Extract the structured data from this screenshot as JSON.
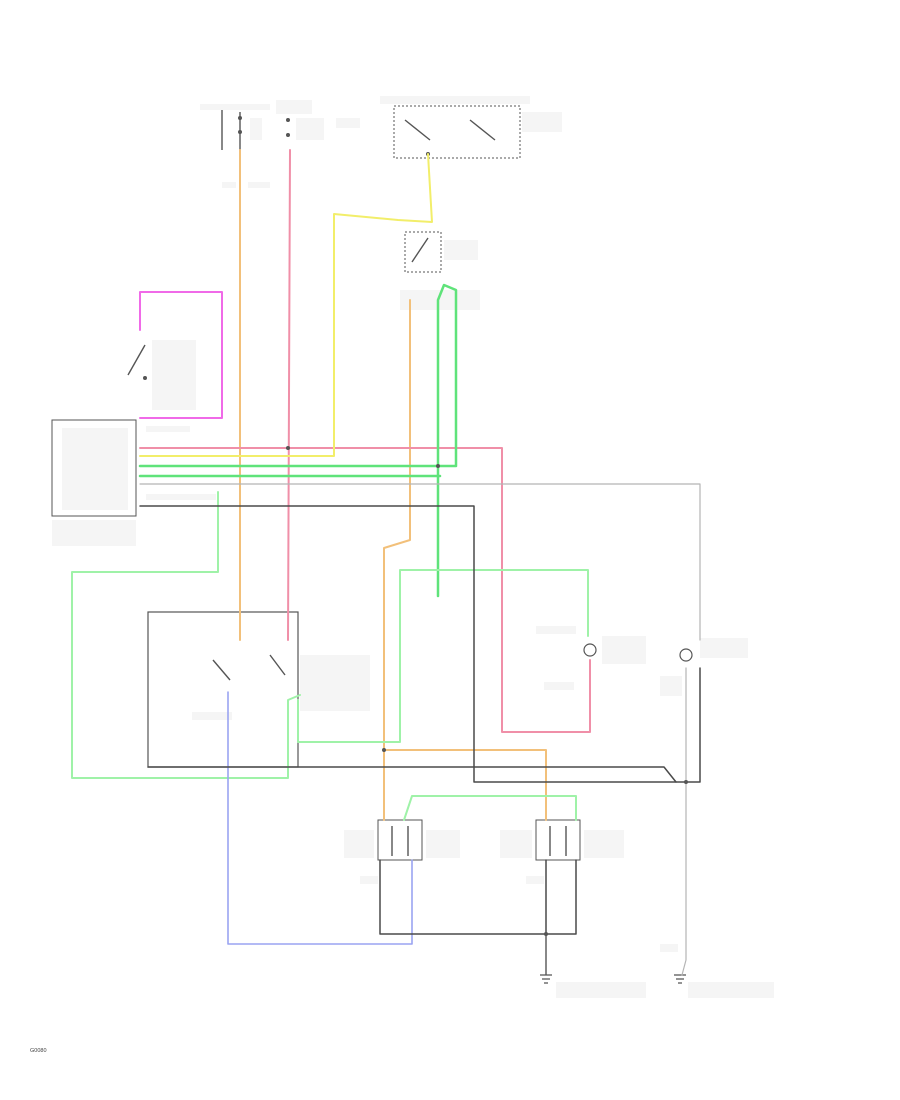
{
  "figure_code": "G0080",
  "colors": {
    "black": "#4a4a4a",
    "gray": "#9a9a9a",
    "orange": "#f2c07a",
    "pink": "#f08fa8",
    "magenta": "#f06ae8",
    "yellow": "#f2ee6a",
    "green": "#5fe37a",
    "lightgreen": "#9ff2a8",
    "blue": "#9aa4f2"
  },
  "components": [
    {
      "id": "hot-at-all-times-fuse",
      "name": "fuse-block",
      "icon": "fuse-icon"
    },
    {
      "id": "hot-in-run-fuse",
      "name": "fuse-block",
      "icon": "fuse-icon"
    },
    {
      "id": "headlight-switch-assembly",
      "name": "switch-assembly",
      "icon": "switch-icon"
    },
    {
      "id": "headlight-dimmer-switch",
      "name": "dimmer-switch",
      "icon": "switch-icon"
    },
    {
      "id": "park-brake-switch",
      "name": "switch",
      "icon": "switch-icon"
    },
    {
      "id": "body-control-module",
      "name": "module",
      "icon": "module-icon"
    },
    {
      "id": "daytime-running-lamp-relay",
      "name": "relay",
      "icon": "relay-icon"
    },
    {
      "id": "daytime-running-lamp-resistor",
      "name": "resistor",
      "icon": "resistor-icon"
    },
    {
      "id": "high-beam-indicator",
      "name": "indicator",
      "icon": "lamp-icon"
    },
    {
      "id": "left-headlight",
      "name": "headlight",
      "icon": "lamp-icon"
    },
    {
      "id": "right-headlight",
      "name": "headlight",
      "icon": "lamp-icon"
    },
    {
      "id": "ground-left",
      "name": "ground",
      "icon": "ground-icon"
    },
    {
      "id": "ground-right",
      "name": "ground",
      "icon": "ground-icon"
    }
  ]
}
